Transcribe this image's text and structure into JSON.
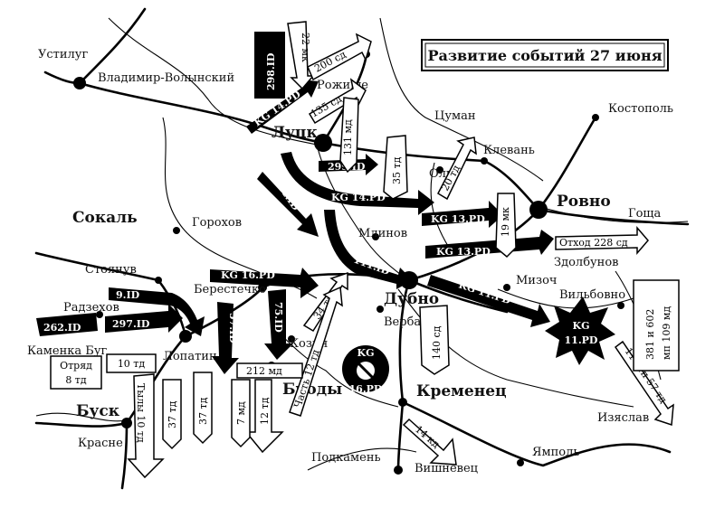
{
  "title": "Развитие событий 27 июня",
  "cities": {
    "ustilug": "Устилуг",
    "vladimir": "Владимир-Волынский",
    "lutsk": "Луцк",
    "rozhische": "Рожище",
    "tsuman": "Цуман",
    "kostopol": "Костополь",
    "klevan": "Клевань",
    "olyka": "Олы",
    "rovno": "Ровно",
    "goscha": "Гоща",
    "zdolbunov": "Здолбунов",
    "sokal": "Сокаль",
    "gorokhov": "Горохов",
    "mlinov": "Млинов",
    "stoyanuv": "Стоянув",
    "berestechko": "Берестечко",
    "dubno": "Дубно",
    "mizoch": "Мизоч",
    "vilbovno": "Вильбовно",
    "radzekhov": "Радзехов",
    "verba": "Верба",
    "kamenka": "Каменка Буг",
    "lopatin": "Лопатин",
    "kozin": "Козин",
    "brody": "Броды",
    "busk": "Буск",
    "kremenets": "Кременец",
    "izyaslav": "Изяслав",
    "krasne": "Красне",
    "podkamen": "Подкамень",
    "yampol": "Ямполь",
    "vishnevets": "Вишневец"
  },
  "units": {
    "id298": "298.ID",
    "kg14_top": "KG 14.PD",
    "kg14_mid": "KG 14.PD",
    "id299": "299.ID",
    "id44": "44.ID",
    "id111": "111.ID",
    "kg13a": "KG 13.PD",
    "kg13b": "KG 13.PD",
    "kg16": "KG 16.PD",
    "kg11": "KG 11.PD",
    "id9": "9.ID",
    "id262": "262.ID",
    "id297": "297.ID",
    "id57": "57.ID",
    "id75": "75.ID",
    "kg11_star_a": "KG",
    "kg11_star_b": "11.PD",
    "kg16_circle_a": "KG",
    "kg16_circle_b": "16.PD"
  },
  "soviet": {
    "mk22": "22 мк",
    "sd200": "200 сд",
    "sd135": "135 сд",
    "md131": "131 мд",
    "td35": "35 тд",
    "td20": "20 тд",
    "mk19": "19 мк",
    "otkhod": "Отход 228 сд",
    "td34": "34 тд",
    "chast": "Часть 12 тд",
    "sd140": "140 сд",
    "md212": "212 мд",
    "td12": "12 тд",
    "md7": "7 мд",
    "td37a": "37 тд",
    "td37b": "37 тд",
    "tyly": "Тылы 10 тд",
    "otryad1": "Отряд",
    "otryad2": "8 тд",
    "td10": "10 тд",
    "kd14": "14 кд",
    "tp114": "114 тп 57 тд",
    "mp381a": "381 и 602",
    "mp381b": "мп 109 мд"
  }
}
